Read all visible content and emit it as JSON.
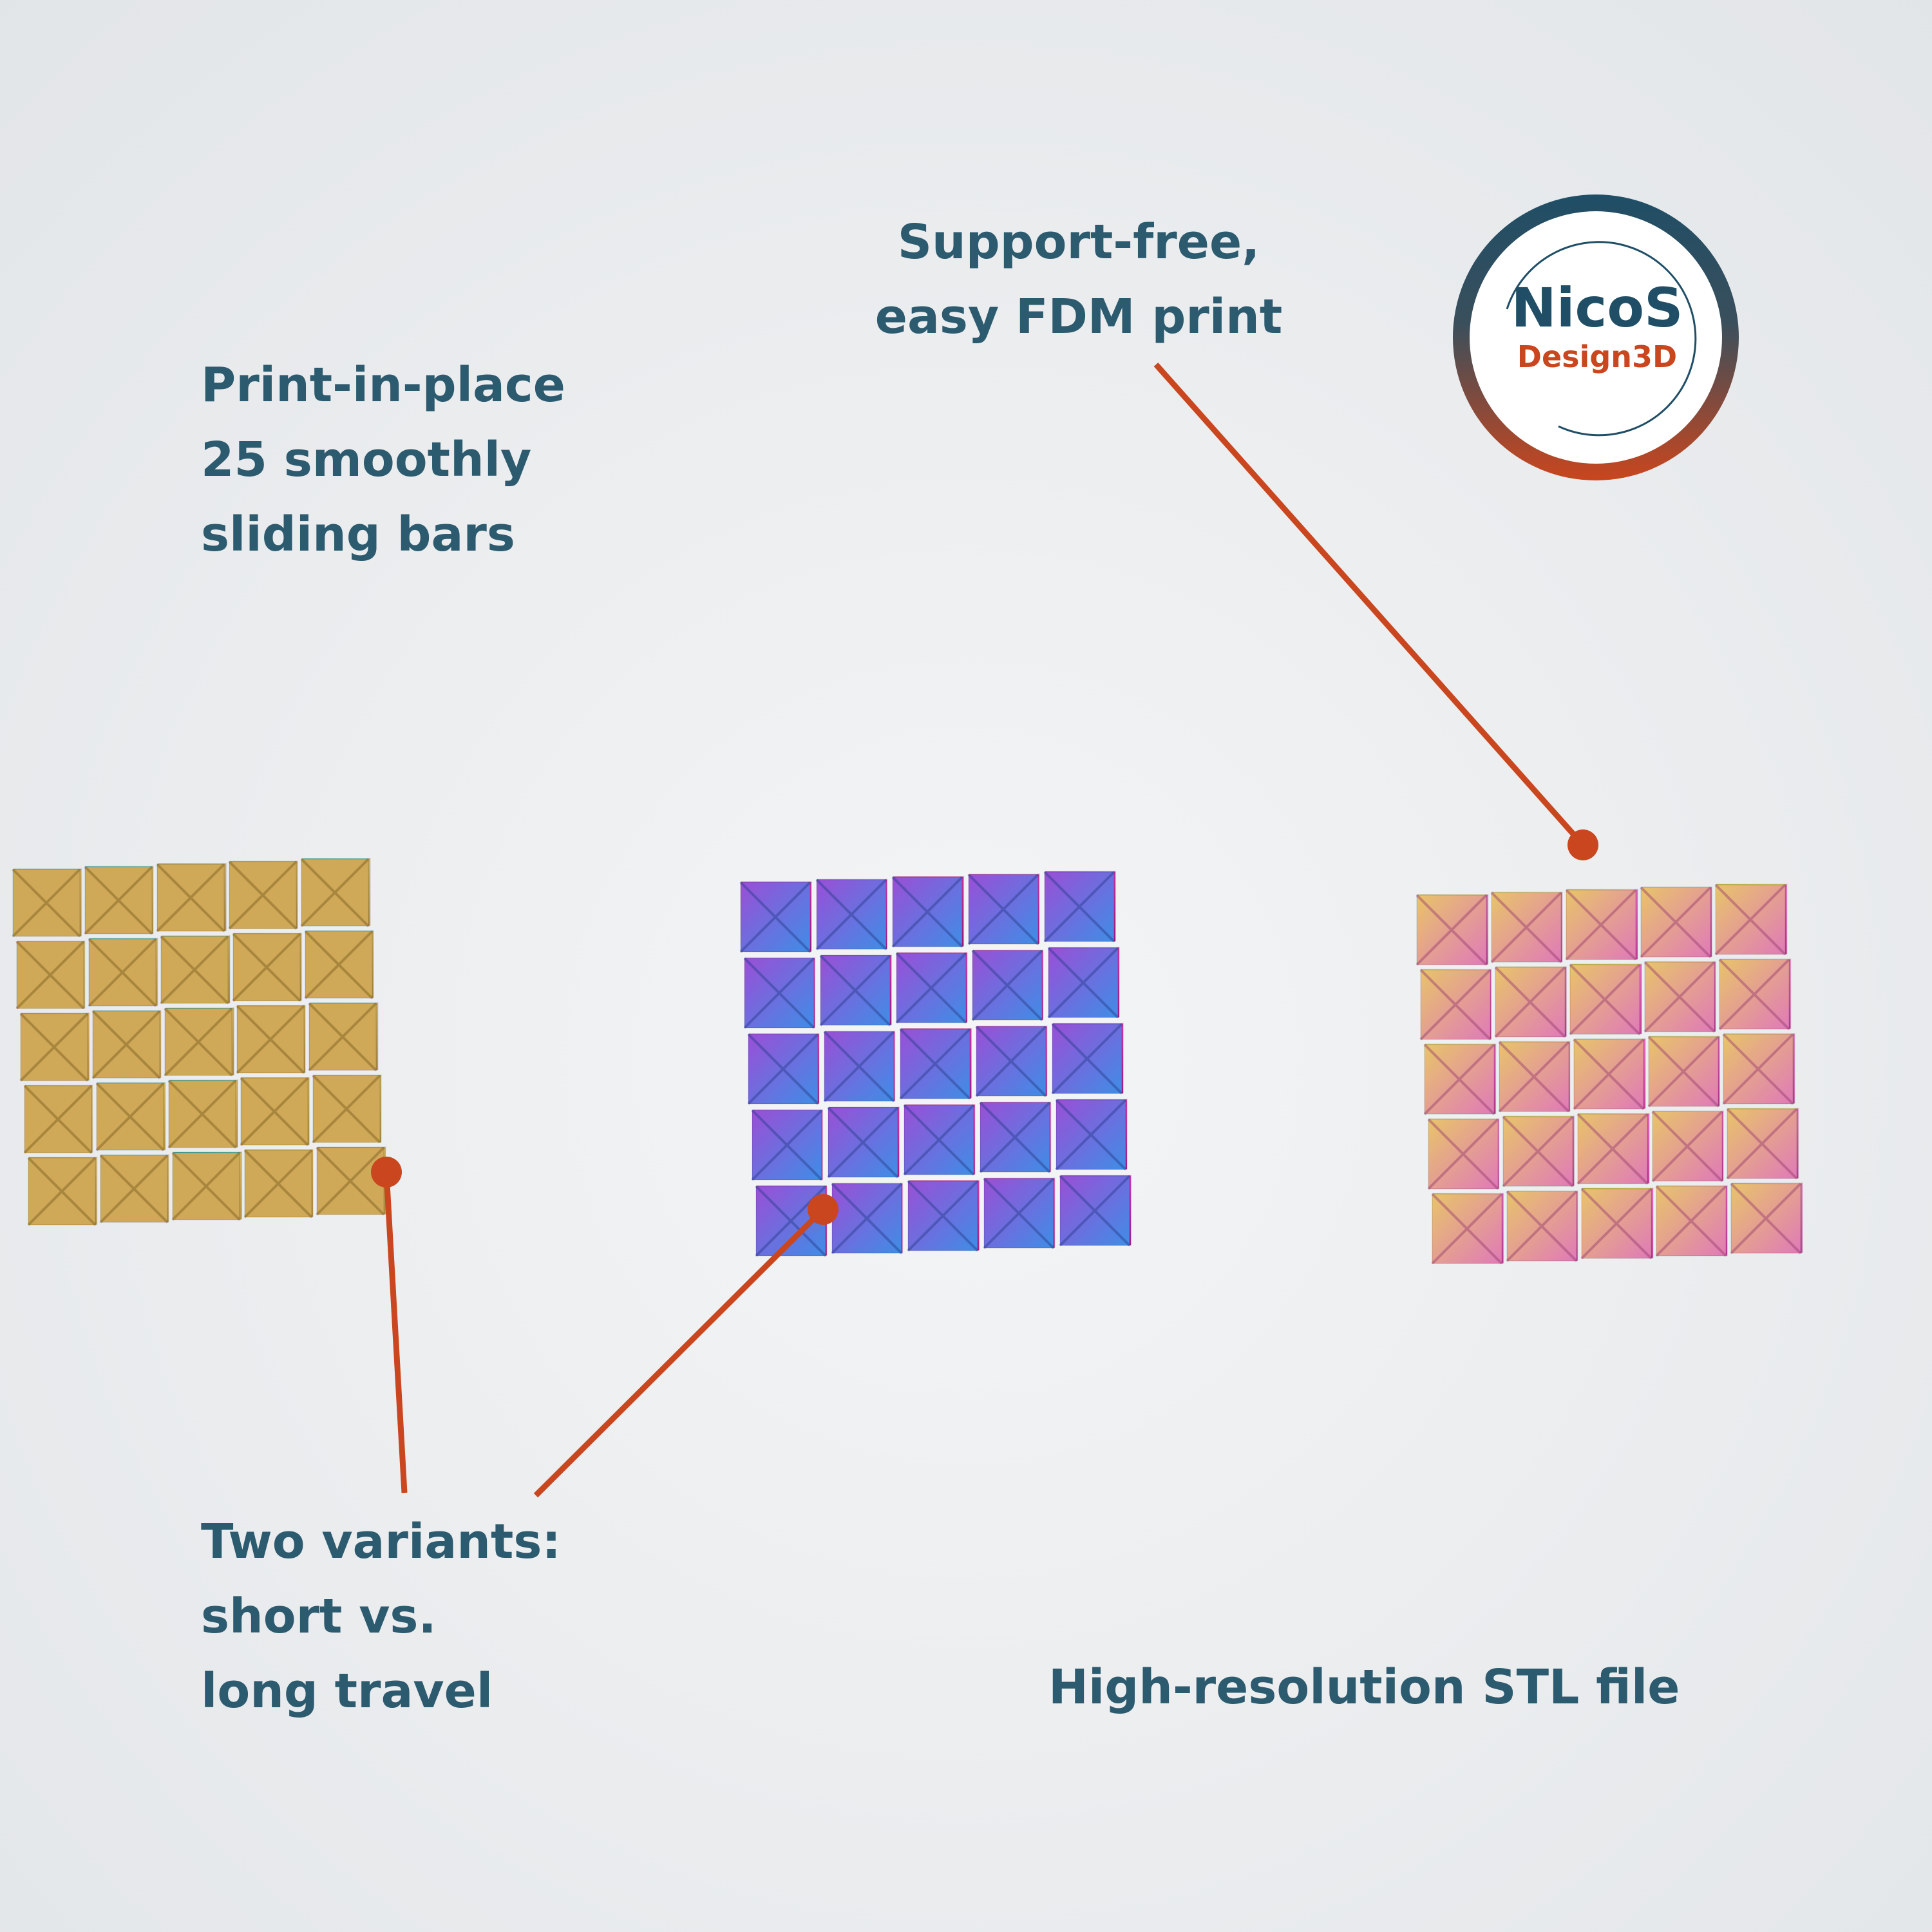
{
  "colors": {
    "background": "#eceef0",
    "caption_text": "#2c5a6e",
    "pointer_line": "#c9461e",
    "logo_dark": "#1f4e66",
    "logo_orange": "#c9461e",
    "teal_gold_top": "#46b7ab",
    "teal_gold_side": "#c9a24f",
    "blue_magenta_top": "#d42aa8",
    "blue_magenta_end": "#4a7be0",
    "pink_gold_top": "#dccc44",
    "pink_gold_side": "#e058b2"
  },
  "captions": {
    "print_in_place": [
      "Print-in-place",
      "25 smoothly",
      "sliding bars"
    ],
    "support_free": [
      "Support-free,",
      "easy FDM print"
    ],
    "two_variants": [
      "Two variants:",
      "short vs.",
      "long travel"
    ],
    "stl_file": "High-resolution STL file"
  },
  "logo": {
    "name": "NicoS",
    "subtitle": "Design3D"
  }
}
